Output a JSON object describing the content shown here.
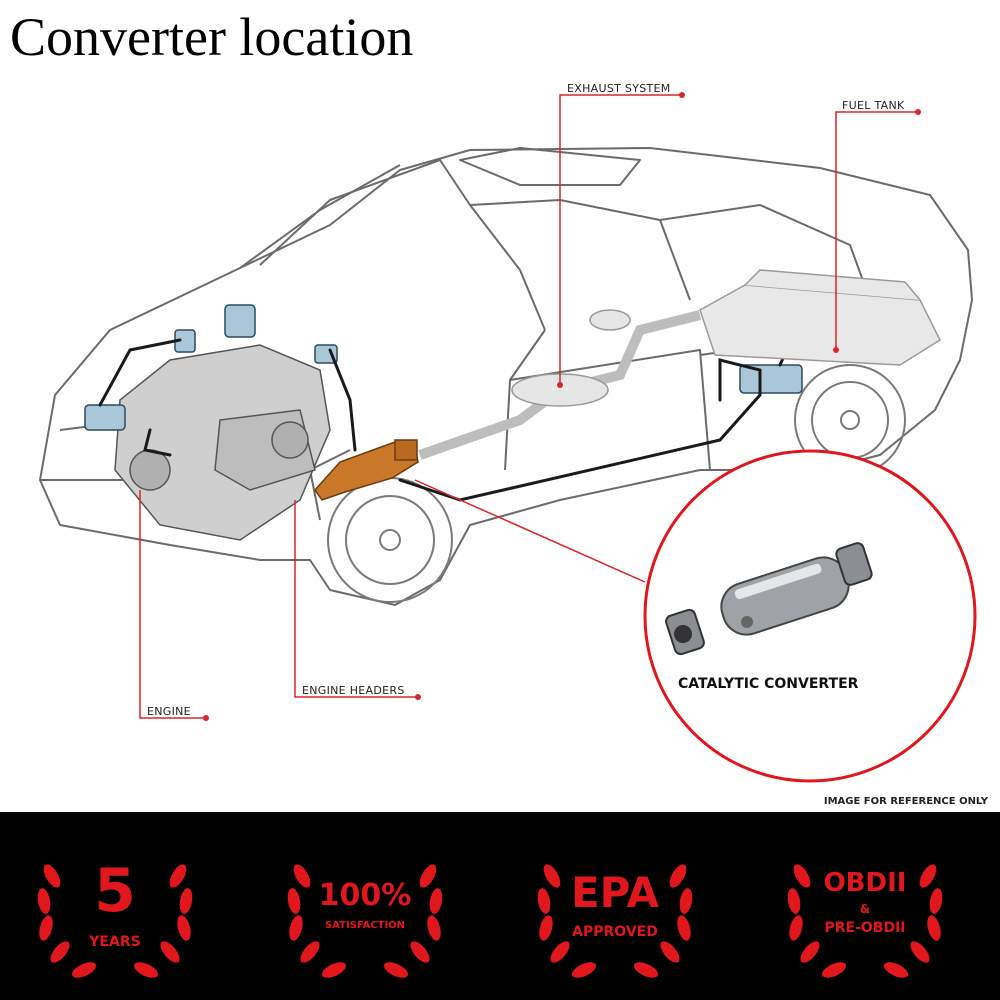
{
  "title": "Converter location",
  "callouts": {
    "exhaust_system": "EXHAUST SYSTEM",
    "fuel_tank": "FUEL TANK",
    "engine": "ENGINE",
    "engine_headers": "ENGINE HEADERS"
  },
  "inset_label": "CATALYTIC CONVERTER",
  "reference_note": "IMAGE FOR REFERENCE ONLY",
  "badges": [
    {
      "main": "5",
      "sub": "YEARS"
    },
    {
      "main": "100%",
      "sub": "SATISFACTION"
    },
    {
      "main": "EPA",
      "sub": "APPROVED"
    },
    {
      "main": "OBDII",
      "amp": "&",
      "sub": "PRE-OBDII"
    }
  ],
  "colors": {
    "accent": "#e0171c",
    "leader": "#d8262c",
    "converter": "#c9782a",
    "band": "#000000"
  }
}
